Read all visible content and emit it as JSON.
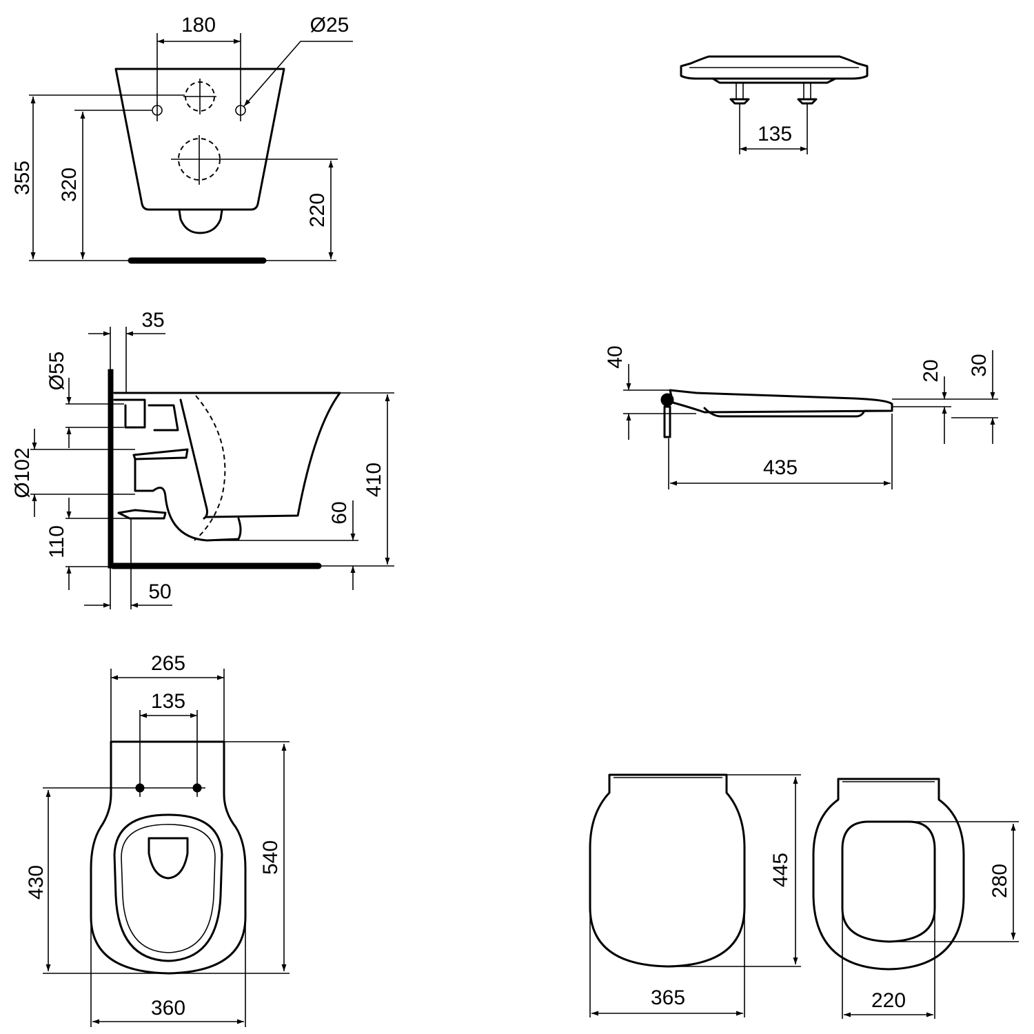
{
  "views": {
    "front": {
      "dim_180": "180",
      "dim_d25": "Ø25",
      "dim_355": "355",
      "dim_320": "320",
      "dim_220": "220"
    },
    "side": {
      "dim_35": "35",
      "dim_d55": "Ø55",
      "dim_d102": "Ø102",
      "dim_110": "110",
      "dim_50": "50",
      "dim_60": "60",
      "dim_410": "410"
    },
    "top": {
      "dim_265": "265",
      "dim_135": "135",
      "dim_430": "430",
      "dim_540": "540",
      "dim_360": "360"
    },
    "seat_front": {
      "dim_135": "135"
    },
    "seat_side": {
      "dim_40": "40",
      "dim_20": "20",
      "dim_30": "30",
      "dim_435": "435"
    },
    "seat_top": {
      "dim_445": "445",
      "dim_365": "365",
      "dim_280": "280",
      "dim_220": "220"
    }
  }
}
